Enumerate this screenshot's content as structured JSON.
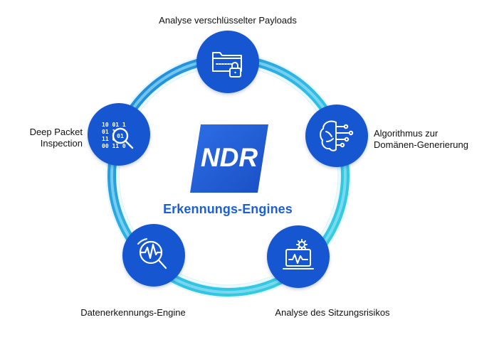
{
  "center": {
    "logo_text": "NDR",
    "title": "Erkennungs-Engines"
  },
  "nodes": {
    "top": {
      "label_line1": "Analyse verschlüsselter Payloads",
      "icon": "encrypted-folder-lock-icon"
    },
    "right": {
      "label_line1": "Algorithmus zur",
      "label_line2": "Domänen-Generierung",
      "icon": "brain-circuit-icon"
    },
    "left": {
      "label_line1": "Deep Packet",
      "label_line2": "Inspection",
      "icon": "binary-magnifier-icon"
    },
    "bottom_left": {
      "label_line1": "Datenerkennungs-Engine",
      "icon": "pulse-magnifier-icon"
    },
    "bottom_right": {
      "label_line1": "Analyse des Sitzungsrisikos",
      "icon": "monitor-gear-chart-icon"
    }
  },
  "colors": {
    "node_blue": "#1357d0",
    "ring_blue": "#1c7fd8",
    "ring_cyan": "#35d2df",
    "ring_mid": "#8fd7f5",
    "logo_blue": "#1c5bd8",
    "title_blue": "#1b5fd6"
  }
}
